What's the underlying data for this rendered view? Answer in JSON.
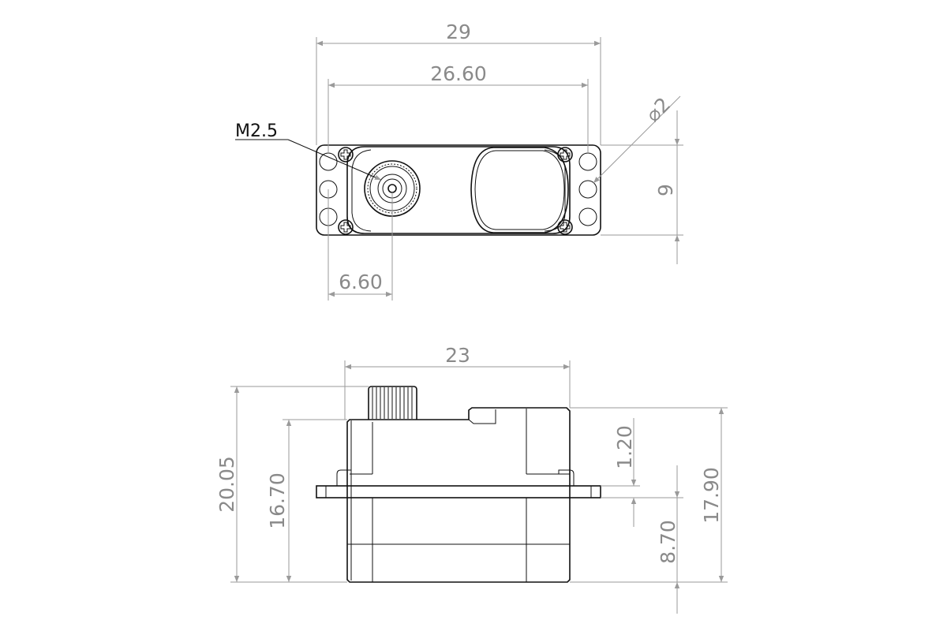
{
  "title": "Servo dimension drawing",
  "top_view": {
    "dimensions": {
      "overall_width": "29",
      "hole_spacing": "26.60",
      "output_offset": "6.60",
      "height": "9",
      "hole_diameter": "⌀2",
      "thread_callout": "M2.5"
    }
  },
  "side_view": {
    "dimensions": {
      "case_width": "23",
      "total_height": "20.05",
      "case_height": "16.70",
      "flange_thickness": "1.20",
      "flange_to_bottom": "8.70",
      "body_height": "17.90"
    }
  },
  "colors": {
    "line": "#111111",
    "dimension": "#9a9a9a"
  }
}
